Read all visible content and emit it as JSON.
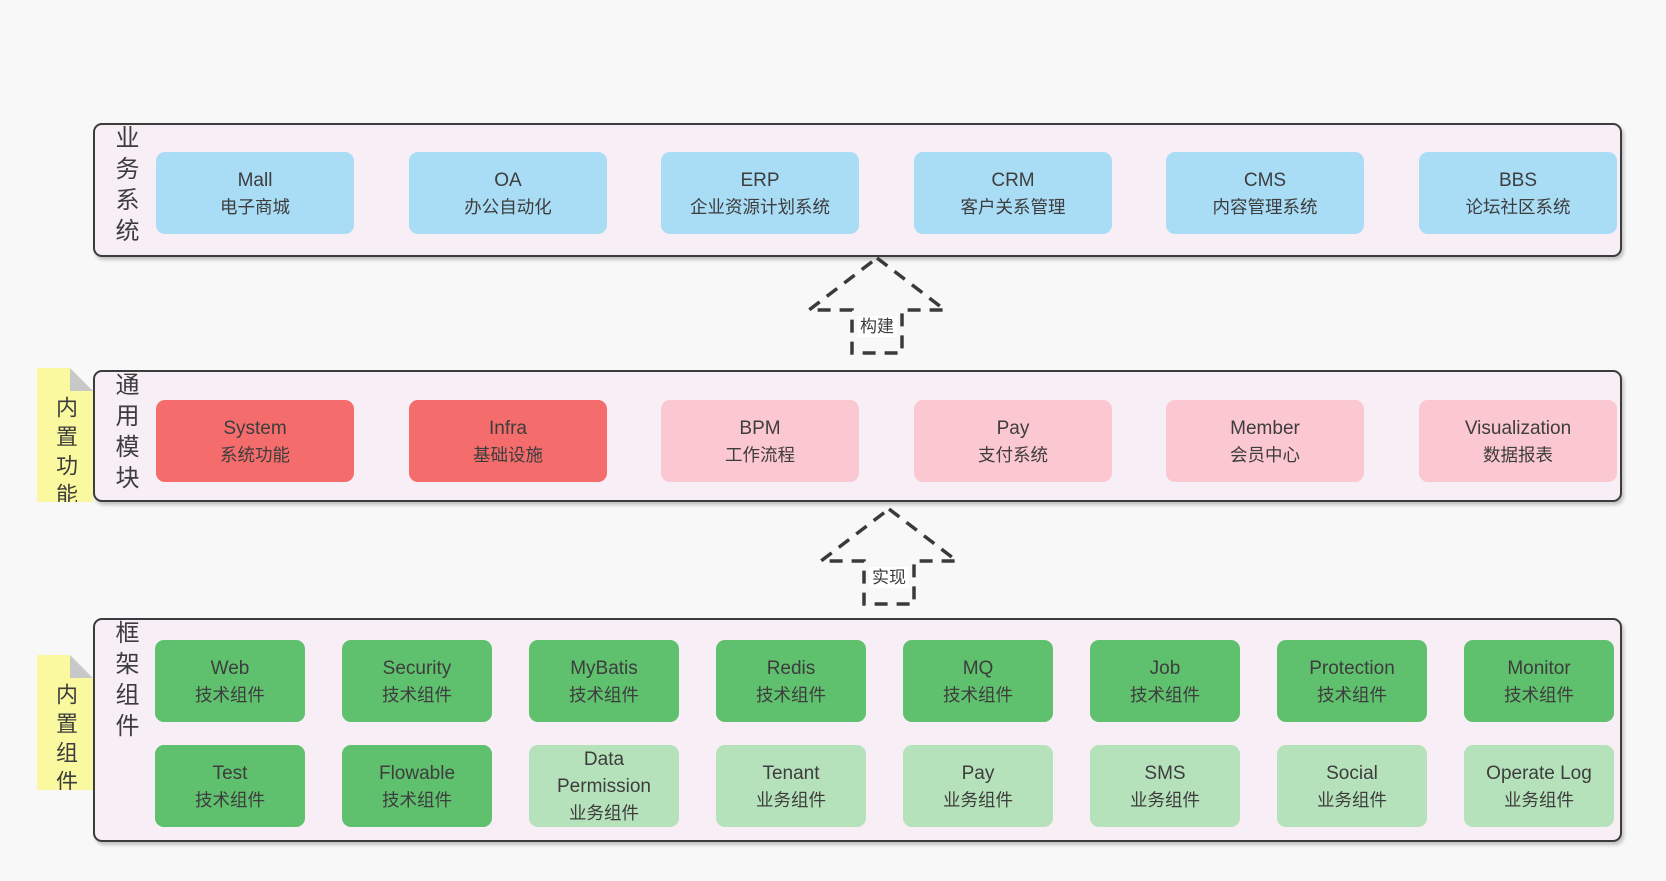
{
  "colors": {
    "page_bg": "#f8f8f8",
    "container_bg": "#f8eef6",
    "container_border": "#3c3c3c",
    "blue": "#a9dcf5",
    "red": "#f56c6c",
    "pink": "#fbc7d1",
    "green": "#5fc06e",
    "green_light": "#b6e2bb",
    "yellow_tag": "#faf9a0",
    "fold_gray": "#c8c8c8",
    "text": "#3d3d3d",
    "arrow_dash": "#3a3a3a"
  },
  "arrows": [
    {
      "label": "构建"
    },
    {
      "label": "实现"
    }
  ],
  "layers": [
    {
      "label": "业务系统",
      "tag": null,
      "rows": [
        [
          {
            "name": "Mall",
            "desc": "电子商城",
            "variant": "blue"
          },
          {
            "name": "OA",
            "desc": "办公自动化",
            "variant": "blue"
          },
          {
            "name": "ERP",
            "desc": "企业资源计划系统",
            "variant": "blue"
          },
          {
            "name": "CRM",
            "desc": "客户关系管理",
            "variant": "blue"
          },
          {
            "name": "CMS",
            "desc": "内容管理系统",
            "variant": "blue"
          },
          {
            "name": "BBS",
            "desc": "论坛社区系统",
            "variant": "blue"
          }
        ]
      ]
    },
    {
      "label": "通用模块",
      "tag": "内置功能",
      "rows": [
        [
          {
            "name": "System",
            "desc": "系统功能",
            "variant": "red"
          },
          {
            "name": "Infra",
            "desc": "基础设施",
            "variant": "red"
          },
          {
            "name": "BPM",
            "desc": "工作流程",
            "variant": "pink"
          },
          {
            "name": "Pay",
            "desc": "支付系统",
            "variant": "pink"
          },
          {
            "name": "Member",
            "desc": "会员中心",
            "variant": "pink"
          },
          {
            "name": "Visualization",
            "desc": "数据报表",
            "variant": "pink"
          }
        ]
      ]
    },
    {
      "label": "框架组件",
      "tag": "内置组件",
      "rows": [
        [
          {
            "name": "Web",
            "desc": "技术组件",
            "variant": "green"
          },
          {
            "name": "Security",
            "desc": "技术组件",
            "variant": "green"
          },
          {
            "name": "MyBatis",
            "desc": "技术组件",
            "variant": "green"
          },
          {
            "name": "Redis",
            "desc": "技术组件",
            "variant": "green"
          },
          {
            "name": "MQ",
            "desc": "技术组件",
            "variant": "green"
          },
          {
            "name": "Job",
            "desc": "技术组件",
            "variant": "green"
          },
          {
            "name": "Protection",
            "desc": "技术组件",
            "variant": "green"
          },
          {
            "name": "Monitor",
            "desc": "技术组件",
            "variant": "green"
          }
        ],
        [
          {
            "name": "Test",
            "desc": "技术组件",
            "variant": "green"
          },
          {
            "name": "Flowable",
            "desc": "技术组件",
            "variant": "green"
          },
          {
            "name": "Data Permission",
            "desc": "业务组件",
            "variant": "green_light"
          },
          {
            "name": "Tenant",
            "desc": "业务组件",
            "variant": "green_light"
          },
          {
            "name": "Pay",
            "desc": "业务组件",
            "variant": "green_light"
          },
          {
            "name": "SMS",
            "desc": "业务组件",
            "variant": "green_light"
          },
          {
            "name": "Social",
            "desc": "业务组件",
            "variant": "green_light"
          },
          {
            "name": "Operate Log",
            "desc": "业务组件",
            "variant": "green_light"
          }
        ]
      ]
    }
  ]
}
